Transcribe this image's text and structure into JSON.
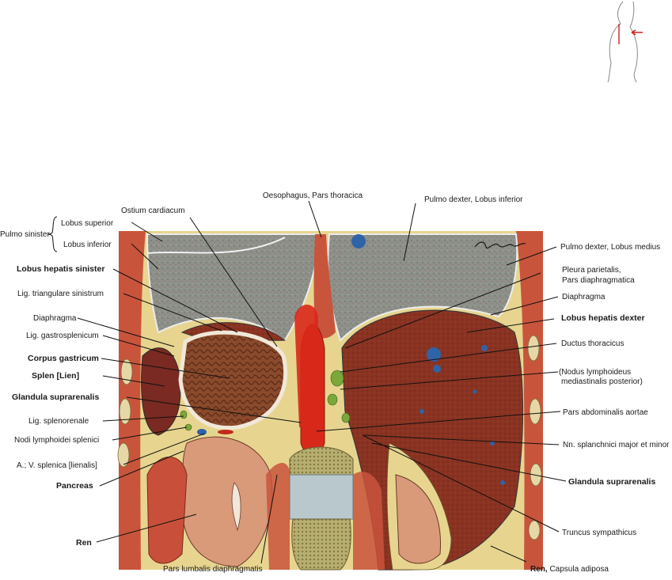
{
  "labels": {
    "oesophagus": "Oesophagus, Pars thoracica",
    "pulmo_dexter_inf": "Pulmo dexter, Lobus inferior",
    "ostium_cardiacum": "Ostium cardiacum",
    "lobus_superior": "Lobus superior",
    "lobus_inferior": "Lobus inferior",
    "pulmo_sinister": "Pulmo sinister",
    "pulmo_dexter_med": "Pulmo dexter, Lobus medius",
    "lobus_hepatis_sinister": "Lobus hepatis sinister",
    "pleura_1": "Pleura parietalis,",
    "pleura_2": "Pars diaphragmatica",
    "lig_triangulare": "Lig. triangulare sinistrum",
    "diaphragma_right": "Diaphragma",
    "lobus_hepatis_dexter": "Lobus hepatis dexter",
    "diaphragma_left": "Diaphragma",
    "lig_gastrosplenicum": "Lig. gastrosplenicum",
    "ductus_thoracicus": "Ductus thoracicus",
    "corpus_gastricum": "Corpus gastricum",
    "nodus_1": "(Nodus lymphoideus",
    "nodus_2": "mediastinalis posterior)",
    "splen": "Splen [Lien]",
    "glandula_left": "Glandula suprarenalis",
    "pars_abdominalis": "Pars abdominalis aortae",
    "lig_splenorenale": "Lig. splenorenale",
    "nodi_splenici": "Nodi lymphoidei splenici",
    "nn_splanchnici": "Nn. splanchnici major et minor",
    "a_v_splenica": "A.; V. splenica [lienalis]",
    "glandula_right": "Glandula suprarenalis",
    "pancreas": "Pancreas",
    "truncus": "Truncus sympathicus",
    "ren_left": "Ren",
    "pars_lumbalis": "Pars lumbalis diaphragmatis",
    "ren_right_bold": "Ren,",
    "ren_right_rest": " Capsula adiposa"
  },
  "colors": {
    "liver": "#8a3322",
    "lung": "#8a8f86",
    "muscle": "#c9543c",
    "fat": "#e8d48a",
    "aorta": "#d8281a",
    "vessel_blue": "#2f63a8",
    "lymph_green": "#7aa83a",
    "kidney": "#d99a7a",
    "vertebra": "#c8c090",
    "disc": "#b8c8cc",
    "orientation_arrow": "#d42020"
  },
  "icons": [
    "body-orientation-icon",
    "artist-signature"
  ]
}
